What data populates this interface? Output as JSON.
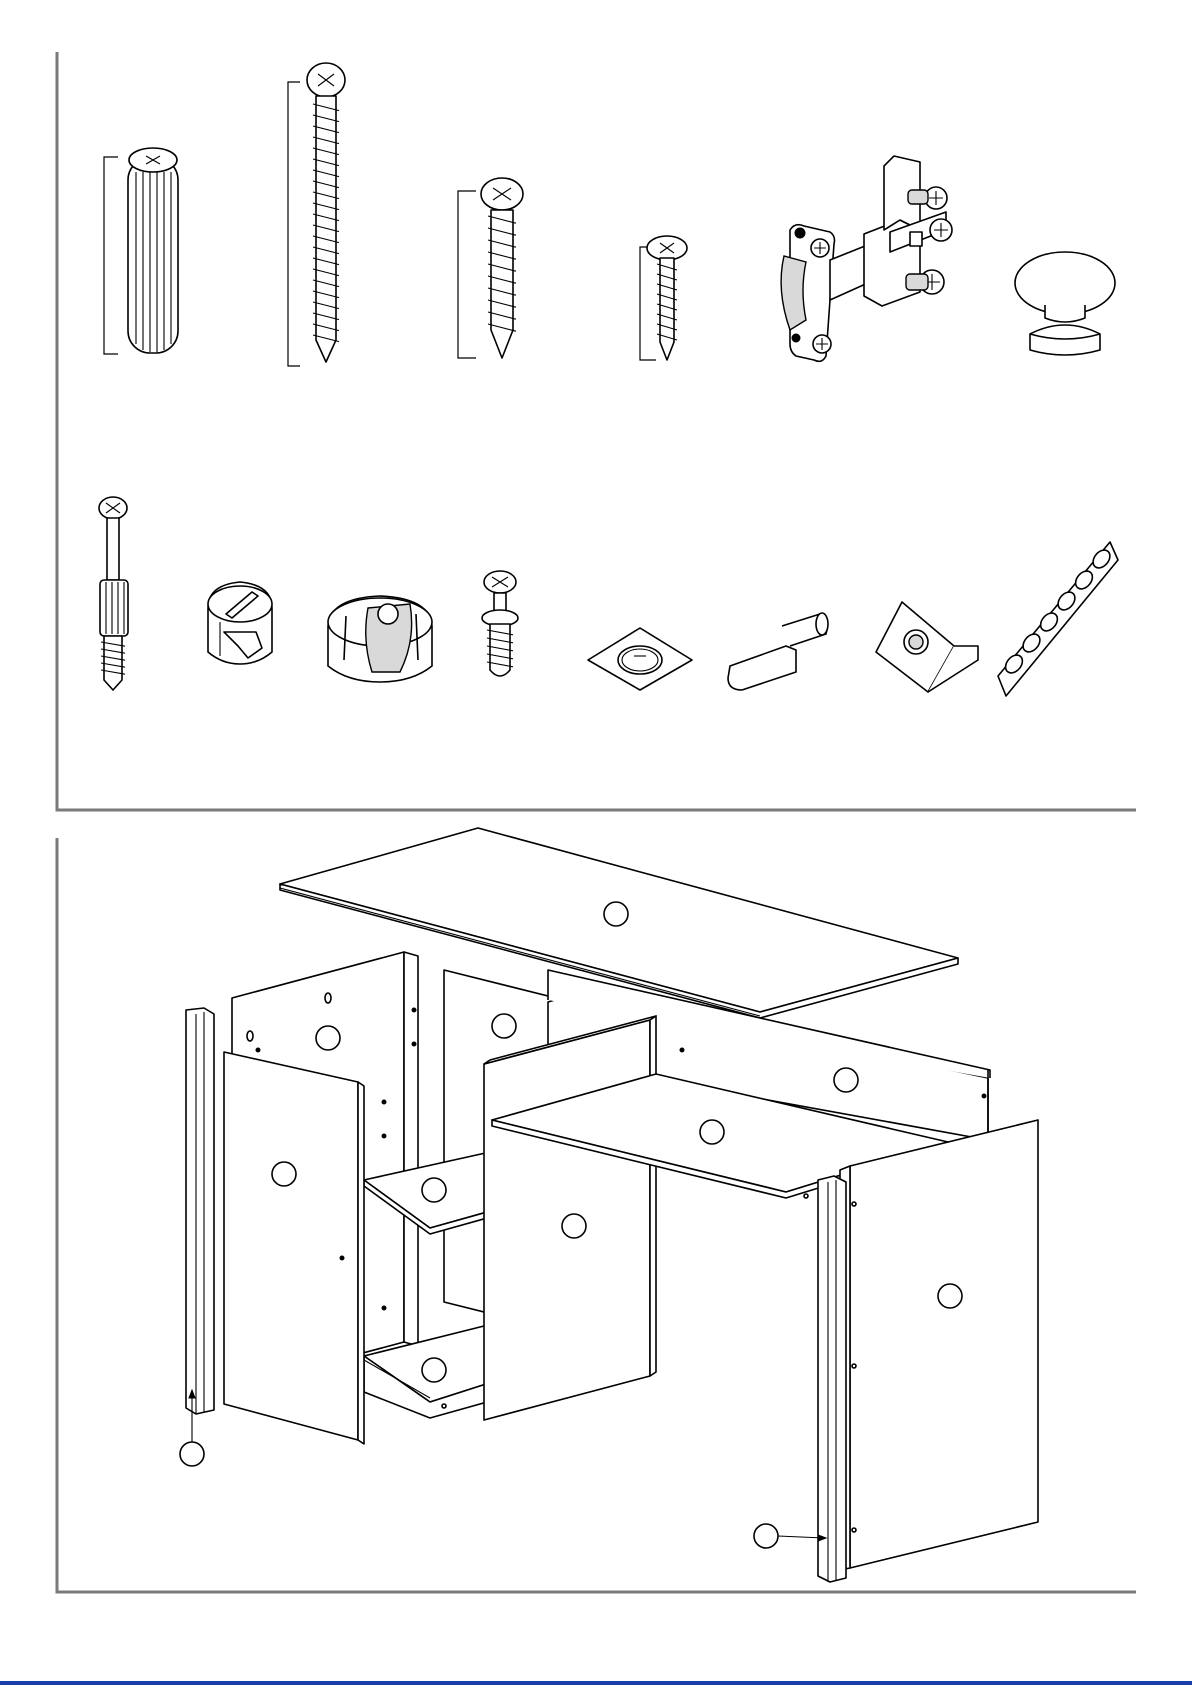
{
  "hardware_parts": [
    {
      "name": "wooden-dowel",
      "label": ""
    },
    {
      "name": "long-screw",
      "label": ""
    },
    {
      "name": "medium-screw",
      "label": ""
    },
    {
      "name": "short-screw",
      "label": ""
    },
    {
      "name": "cabinet-hinge",
      "label": ""
    },
    {
      "name": "knob",
      "label": ""
    },
    {
      "name": "connector-bolt",
      "label": ""
    },
    {
      "name": "cam-lock",
      "label": ""
    },
    {
      "name": "cam-housing",
      "label": ""
    },
    {
      "name": "cam-bolt",
      "label": ""
    },
    {
      "name": "felt-pad",
      "label": ""
    },
    {
      "name": "shelf-pin",
      "label": ""
    },
    {
      "name": "corner-bracket",
      "label": ""
    },
    {
      "name": "cover-cap-strip",
      "label": ""
    }
  ],
  "panel_callouts": [
    {
      "name": "top-panel",
      "label": ""
    },
    {
      "name": "left-back-panel",
      "label": ""
    },
    {
      "name": "center-back-panel",
      "label": ""
    },
    {
      "name": "right-back-panel",
      "label": ""
    },
    {
      "name": "desk-shelf",
      "label": ""
    },
    {
      "name": "left-side-panel",
      "label": ""
    },
    {
      "name": "upper-shelf",
      "label": ""
    },
    {
      "name": "divider-panel",
      "label": ""
    },
    {
      "name": "right-side-panel",
      "label": ""
    },
    {
      "name": "bottom-shelf",
      "label": ""
    },
    {
      "name": "left-leg-post",
      "label": ""
    },
    {
      "name": "right-leg-post",
      "label": ""
    }
  ],
  "colors": {
    "frame": "#7a7a7a",
    "ink": "#000000",
    "bottom_rule": "#1a3ea8"
  }
}
